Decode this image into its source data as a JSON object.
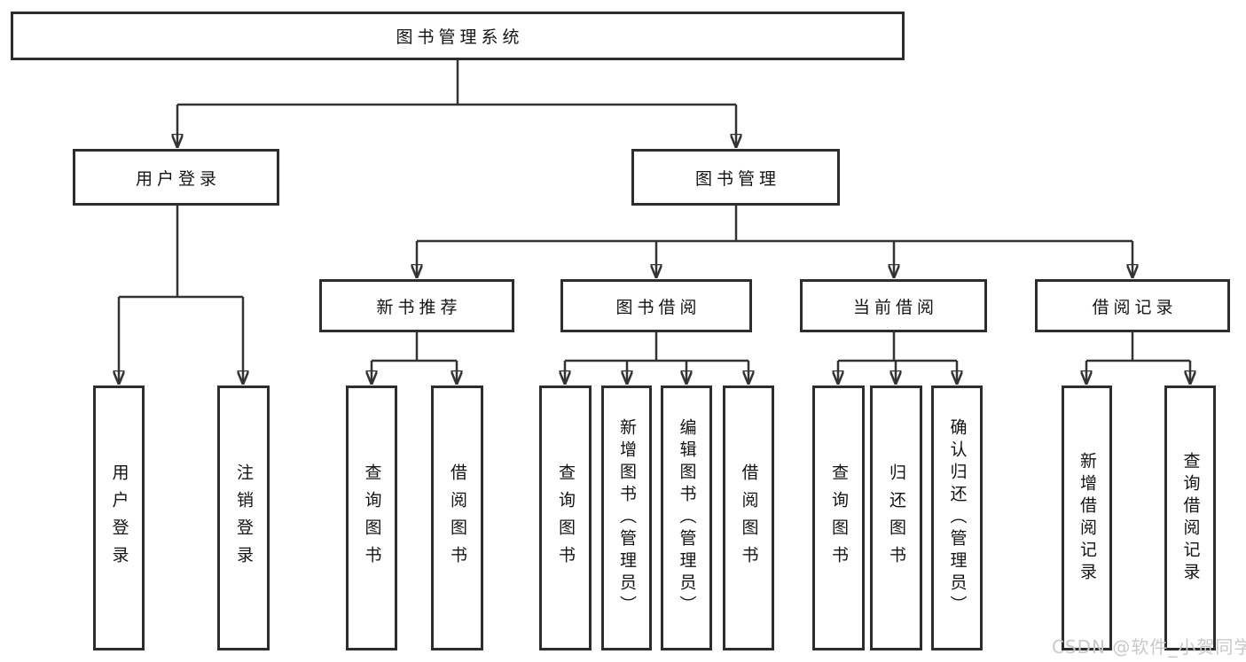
{
  "nodes": {
    "root": {
      "label": "图书管理系统"
    },
    "user_login": {
      "label": "用户登录"
    },
    "book_mgmt": {
      "label": "图书管理"
    },
    "new_book_rec": {
      "label": "新书推荐"
    },
    "book_borrow": {
      "label": "图书借阅"
    },
    "current_borrow": {
      "label": "当前借阅"
    },
    "borrow_records": {
      "label": "借阅记录"
    },
    "leaf_user_login": {
      "label": "用户登录"
    },
    "leaf_logout": {
      "label": "注销登录"
    },
    "leaf_rec_query": {
      "label": "查询图书"
    },
    "leaf_rec_borrow": {
      "label": "借阅图书"
    },
    "leaf_bb_query": {
      "label": "查询图书"
    },
    "leaf_bb_add": {
      "label": "新增图书（管理员）"
    },
    "leaf_bb_edit": {
      "label": "编辑图书（管理员）"
    },
    "leaf_bb_borrow": {
      "label": "借阅图书"
    },
    "leaf_cb_query": {
      "label": "查询图书"
    },
    "leaf_cb_return": {
      "label": "归还图书"
    },
    "leaf_cb_confirm": {
      "label": "确认归还（管理员）"
    },
    "leaf_br_add": {
      "label": "新增借阅记录"
    },
    "leaf_br_query": {
      "label": "查询借阅记录"
    }
  },
  "edges": [
    {
      "from": "root",
      "to": [
        "user_login",
        "book_mgmt"
      ]
    },
    {
      "from": "user_login",
      "to": [
        "leaf_user_login",
        "leaf_logout"
      ]
    },
    {
      "from": "book_mgmt",
      "to": [
        "new_book_rec",
        "book_borrow",
        "current_borrow",
        "borrow_records"
      ]
    },
    {
      "from": "new_book_rec",
      "to": [
        "leaf_rec_query",
        "leaf_rec_borrow"
      ]
    },
    {
      "from": "book_borrow",
      "to": [
        "leaf_bb_query",
        "leaf_bb_add",
        "leaf_bb_edit",
        "leaf_bb_borrow"
      ]
    },
    {
      "from": "current_borrow",
      "to": [
        "leaf_cb_query",
        "leaf_cb_return",
        "leaf_cb_confirm"
      ]
    },
    {
      "from": "borrow_records",
      "to": [
        "leaf_br_add",
        "leaf_br_query"
      ]
    }
  ],
  "watermark": {
    "text": "CSDN @软件_小贺同学"
  },
  "colors": {
    "line": "#333333",
    "box_border": "#2d2d2d",
    "text": "#141414",
    "watermark": "#c9c9c9",
    "background": "#ffffff"
  }
}
